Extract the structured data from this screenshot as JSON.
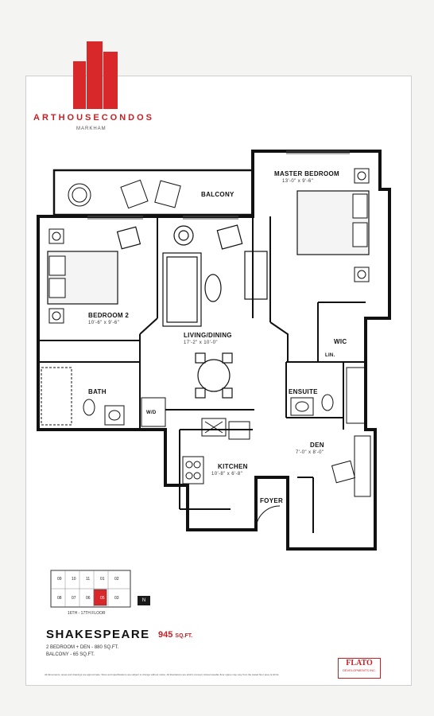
{
  "brand": {
    "name_part1": "ART",
    "name_part2": "HOUSE",
    "name_part3": "CONDOS",
    "city": "MARKHAM",
    "accent_color": "#d8282a"
  },
  "rooms": {
    "balcony": "BALCONY",
    "master": "MASTER BEDROOM",
    "master_dim": "13'-0\" x 9'-6\"",
    "bedroom2": "BEDROOM 2",
    "bedroom2_dim": "10'-6\" x 9'-6\"",
    "living": "LIVING/DINING",
    "living_dim": "17'-2\" x 10'-0\"",
    "wic": "WIC",
    "lin": "LIN.",
    "bath": "BATH",
    "ensuite": "ENSUITE",
    "wd": "W/D",
    "den": "DEN",
    "den_dim": "7'-0\" x 8'-0\"",
    "kitchen": "KITCHEN",
    "kitchen_dim": "10'-8\" x 6'-8\"",
    "foyer": "FOYER"
  },
  "keyplan": {
    "units": [
      "09",
      "10",
      "11",
      "01",
      "02",
      "08",
      "07",
      "06",
      "05",
      "03"
    ],
    "highlight_unit": "05",
    "floors": "16TH - 17TH FLOOR",
    "north": "N"
  },
  "suite": {
    "name": "SHAKESPEARE",
    "area": "945",
    "area_unit": "SQ.FT.",
    "line1": "2 BEDROOM + DEN - 880 SQ.FT.",
    "line2": "BALCONY - 65 SQ.FT."
  },
  "disclaimer": "All dimensions, areas and drawings are approximate. Sizes and specifications are subject to change without notice. All illustrations are artist's concept. Actual useable floor space may vary from the stated floor area. E.&O.E.",
  "developer": {
    "name": "FLATO",
    "sub": "DEVELOPMENTS INC."
  }
}
